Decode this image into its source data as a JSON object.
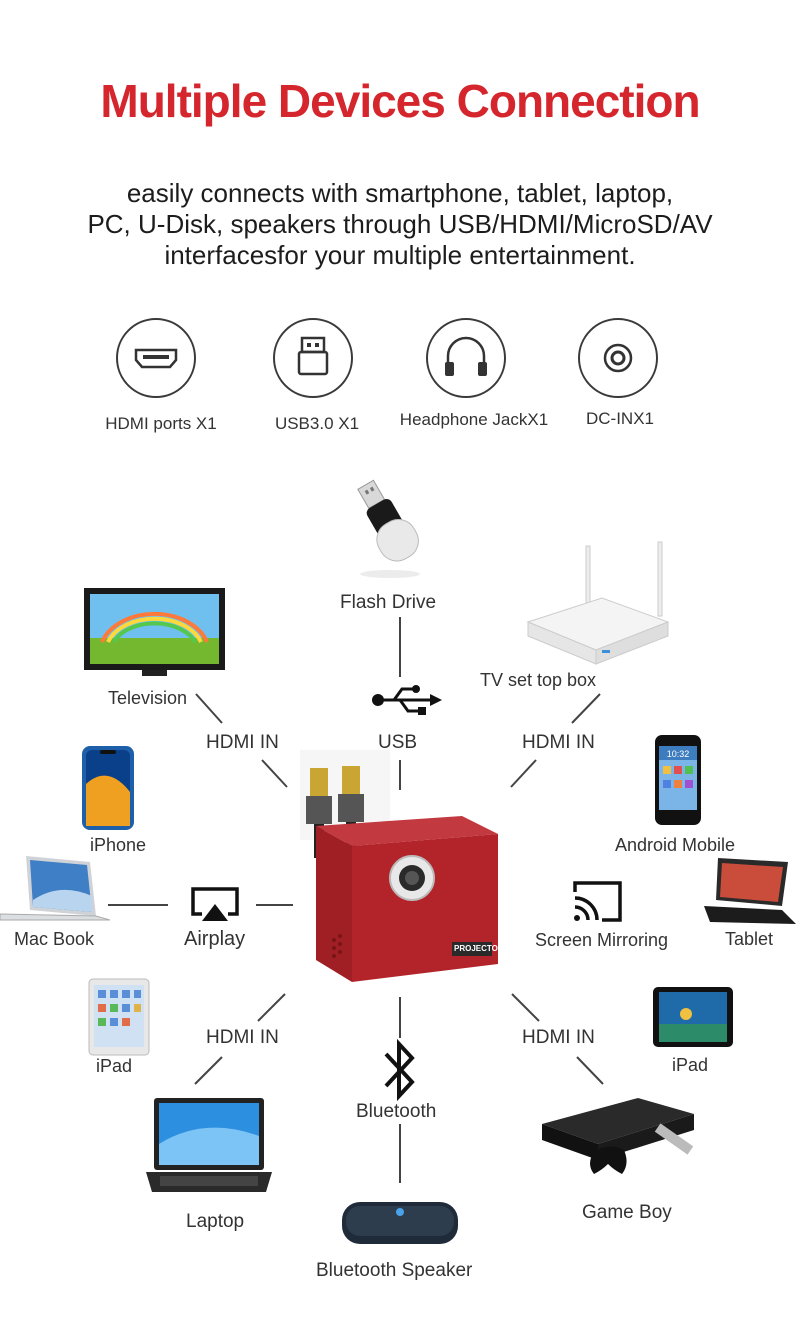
{
  "title": "Multiple Devices Connection",
  "subtitle": {
    "line1": "easily connects with smartphone, tablet, laptop,",
    "line2": "PC, U-Disk, speakers through USB/HDMI/MicroSD/AV",
    "line3": "interfacesfor your multiple entertainment."
  },
  "ports": [
    {
      "label": "HDMI ports X1",
      "icon": "hdmi-port-icon"
    },
    {
      "label": "USB3.0 X1",
      "icon": "usb-port-icon"
    },
    {
      "label": "Headphone JackX1",
      "icon": "headphone-icon"
    },
    {
      "label": "DC-INX1",
      "icon": "dc-in-icon"
    }
  ],
  "devices": {
    "flash_drive": "Flash Drive",
    "television": "Television",
    "tv_box": "TV set top box",
    "iphone": "iPhone",
    "android": "Android Mobile",
    "macbook": "Mac Book",
    "tablet": "Tablet",
    "ipad_left": "iPad",
    "ipad_right": "iPad",
    "laptop": "Laptop",
    "game_boy": "Game Boy",
    "bt_speaker": "Bluetooth Speaker"
  },
  "connections": {
    "usb": "USB",
    "hdmi_tl": "HDMI IN",
    "hdmi_tr": "HDMI IN",
    "hdmi_bl": "HDMI IN",
    "hdmi_br": "HDMI IN",
    "airplay": "Airplay",
    "screen_mirroring": "Screen Mirroring",
    "bluetooth": "Bluetooth"
  },
  "projector": {
    "badge": "PROJECTOR",
    "color": "#b3232a"
  },
  "colors": {
    "accent": "#d4262c"
  }
}
